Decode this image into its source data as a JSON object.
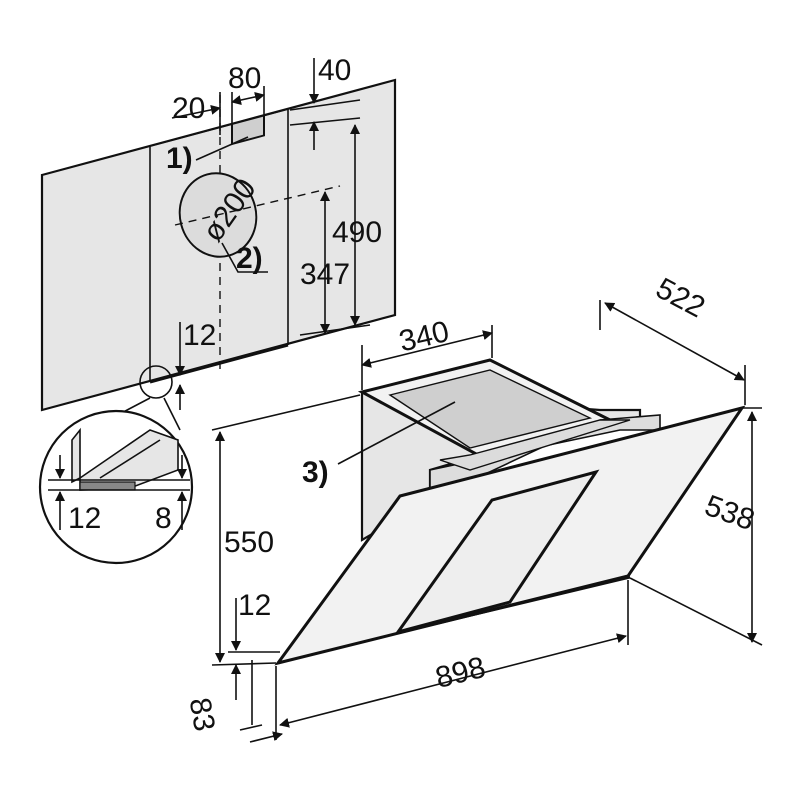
{
  "wall": {
    "dim_top_20": "20",
    "dim_top_80": "80",
    "dim_top_40": "40",
    "dim_490": "490",
    "dim_347": "347",
    "dim_12": "12",
    "dim_duct": "ø200",
    "label_1": "1)",
    "label_2": "2)"
  },
  "detail": {
    "dim_12": "12",
    "dim_8": "8"
  },
  "hood": {
    "dim_340": "340",
    "dim_522": "522",
    "dim_550": "550",
    "dim_538": "538",
    "dim_12": "12",
    "dim_898": "898",
    "dim_83": "83",
    "label_3": "3)"
  }
}
